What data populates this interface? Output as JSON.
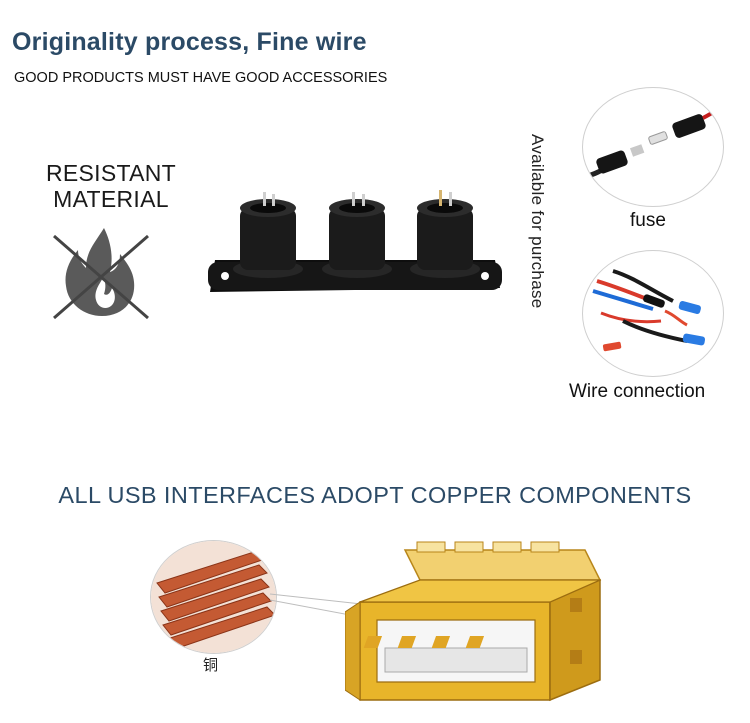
{
  "header": {
    "title": "Originality process, Fine wire",
    "subtitle": "GOOD PRODUCTS MUST HAVE GOOD ACCESSORIES"
  },
  "feature": {
    "resistant_line1": "RESISTANT",
    "resistant_line2": "MATERIAL",
    "icon": "no-fire-icon"
  },
  "accessories": {
    "available_text": "Available for purchase",
    "fuse_label": "fuse",
    "wire_label": "Wire connection"
  },
  "usb_section": {
    "heading": "ALL USB INTERFACES ADOPT COPPER COMPONENTS",
    "copper_label": "铜"
  },
  "colors": {
    "heading": "#2b4a66",
    "panel": "#121212",
    "usb_gold": "#e8b52a",
    "copper": "#c8643c"
  }
}
